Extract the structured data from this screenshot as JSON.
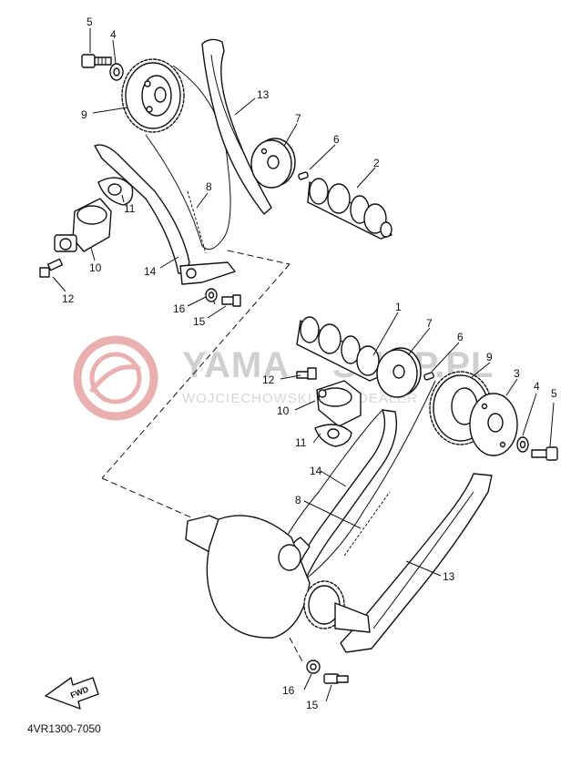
{
  "watermark": {
    "brand": "YAMA",
    "brand_tail": "SHOP.PL",
    "subtitle": "WOJCIECHOWSKI",
    "subtitle_tail": "DEALER",
    "logo_color": "#e8a0a0"
  },
  "fwd_label": "FWD",
  "diagram_code": "4VR1300-7050",
  "callouts": {
    "c1": "1",
    "c2": "2",
    "c4a": "4",
    "c4b": "4",
    "c5a": "5",
    "c5b": "5",
    "c6a": "6",
    "c6b": "6",
    "c7a": "7",
    "c7b": "7",
    "c8a": "8",
    "c8b": "8",
    "c9a": "9",
    "c9b": "9",
    "c10a": "10",
    "c10b": "10",
    "c11a": "11",
    "c11b": "11",
    "c12a": "12",
    "c12b": "12",
    "c13a": "13",
    "c13b": "13",
    "c14a": "14",
    "c14b": "14",
    "c15a": "15",
    "c15b": "15",
    "c16a": "16",
    "c16b": "16",
    "c3": "3"
  }
}
